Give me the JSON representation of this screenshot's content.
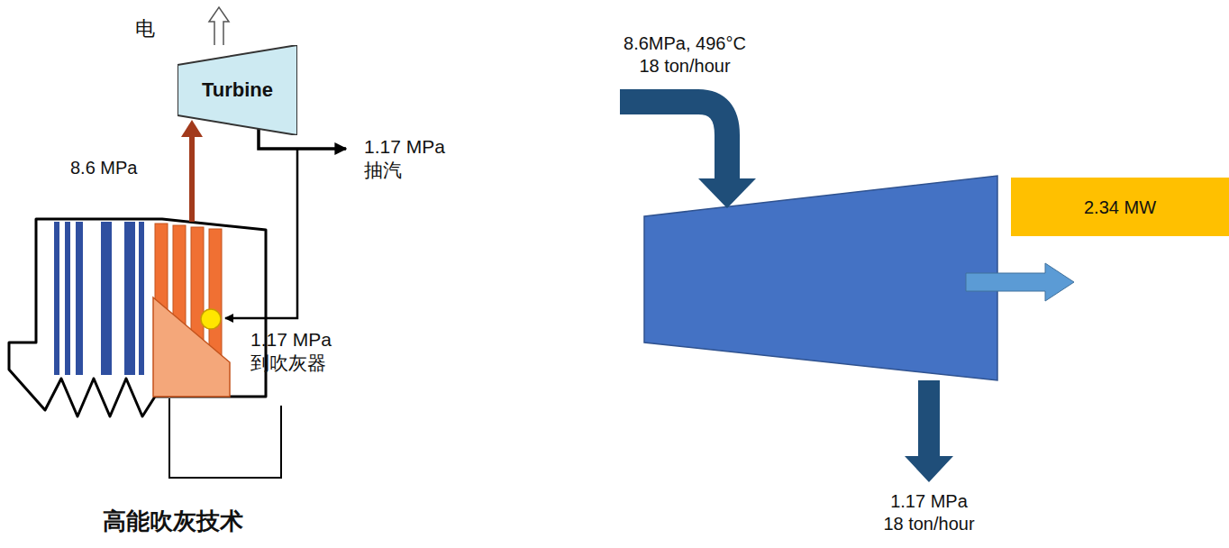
{
  "diagram": {
    "caption": "高能吹灰技术",
    "nodes": [
      {
        "text": [
          "Turbine"
        ]
      },
      {
        "text": [
          "2.34 MW"
        ]
      }
    ],
    "labels": [
      "电",
      "8.6 MPa",
      "1.17 MPa 抽汽",
      "1.17 MPa 到吹灰器",
      "8.6MPa, 496°C 18 ton/hour",
      "1.17 MPa 18 ton/hour"
    ]
  }
}
